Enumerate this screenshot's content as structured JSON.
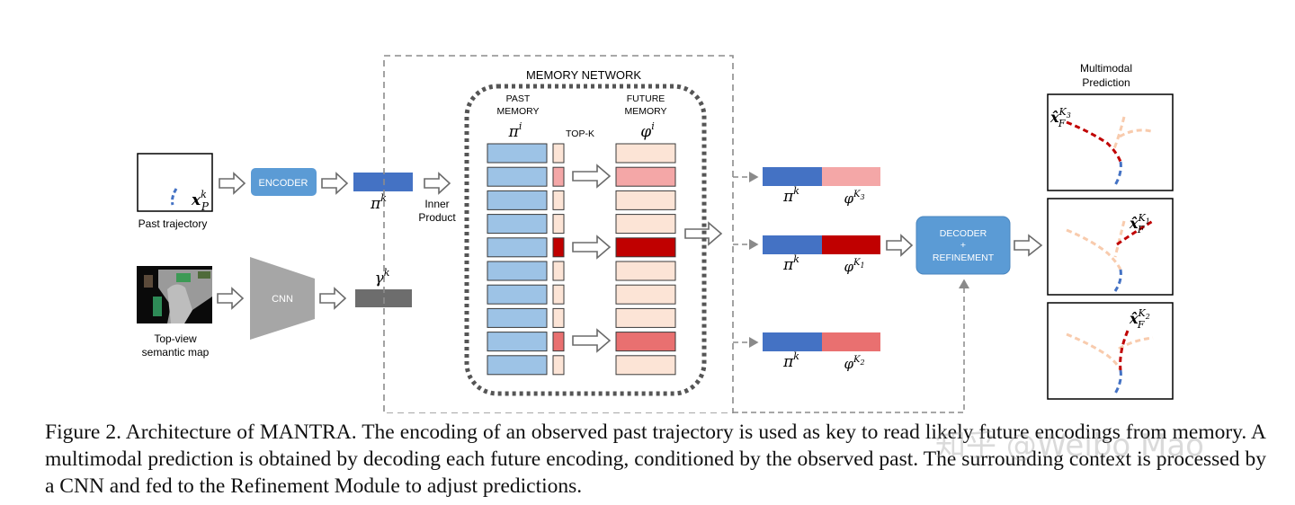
{
  "diagram": {
    "input_trajectory": {
      "math": "x",
      "sup": "k",
      "sub": "P",
      "label": "Past trajectory"
    },
    "input_map": {
      "label_line1": "Top-view",
      "label_line2": "semantic map"
    },
    "encoder": {
      "label": "ENCODER"
    },
    "cnn": {
      "label": "CNN"
    },
    "encodings": {
      "pi_k": "π",
      "gamma_k": "γ",
      "sup_k": "k"
    },
    "inner_product": {
      "line1": "Inner",
      "line2": "Product"
    },
    "memory_network": {
      "title": "MEMORY NETWORK",
      "past_line1": "PAST",
      "past_line2": "MEMORY",
      "past_symbol": "π",
      "past_sup": "i",
      "topk": "TOP-K",
      "future_line1": "FUTURE",
      "future_line2": "MEMORY",
      "future_symbol": "φ",
      "future_sup": "i"
    },
    "concatenations": [
      {
        "pi": "π",
        "pi_sup": "k",
        "phi": "φ",
        "phi_sup": "K",
        "phi_sub": "3"
      },
      {
        "pi": "π",
        "pi_sup": "k",
        "phi": "φ",
        "phi_sup": "K",
        "phi_sub": "1"
      },
      {
        "pi": "π",
        "pi_sup": "k",
        "phi": "φ",
        "phi_sup": "K",
        "phi_sub": "2"
      }
    ],
    "decoder": {
      "line1": "DECODER",
      "line2": "+",
      "line3": "REFINEMENT"
    },
    "output": {
      "title_line1": "Multimodal",
      "title_line2": "Prediction",
      "panels": [
        {
          "math": "x̂",
          "sup": "K",
          "supsub": "3",
          "sub": "F"
        },
        {
          "math": "x̂",
          "sup": "K",
          "supsub": "1",
          "sub": "F"
        },
        {
          "math": "x̂",
          "sup": "K",
          "supsub": "2",
          "sub": "F"
        }
      ]
    },
    "colors": {
      "encoder_blue": "#5b9bd5",
      "pi_blue": "#4472c4",
      "gamma_gray": "#6d6d6d",
      "cnn_gray": "#a6a6a6",
      "past_memory": "#9dc3e6",
      "weak_red": "#f8cbad",
      "mid_red": "#f4a7a7",
      "strong_red": "#c00000",
      "salmon": "#e97070",
      "pale": "#fce4d6"
    }
  },
  "caption": {
    "text": "Figure 2. Architecture of MANTRA. The encoding of an observed past trajectory is used as key to read likely future encodings from memory. A multimodal prediction is obtained by decoding each future encoding, conditioned by the observed past. The surrounding context is processed by a CNN and fed to the Refinement Module to adjust predictions."
  },
  "watermark": {
    "text": "知乎 @Weibo Mao"
  }
}
